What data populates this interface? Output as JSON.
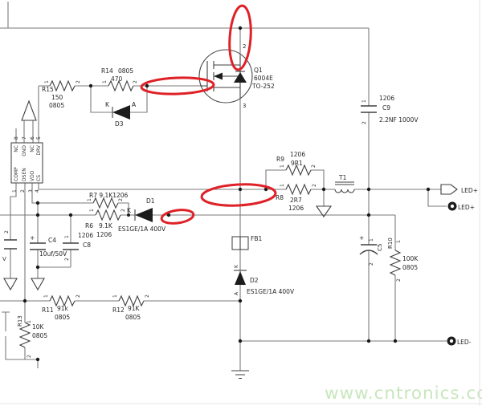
{
  "colors": {
    "annotation_red": "#de2127",
    "watermark_green": "#c8e6bd",
    "wire_gray": "#7a7a7a"
  },
  "pins": {
    "p1": "1",
    "p2": "2",
    "p3": "3",
    "p4": "4",
    "p5": "5",
    "p6": "6",
    "p7": "7",
    "p8": "8"
  },
  "marks": {
    "k": "K",
    "a": "A",
    "plus": "+"
  },
  "controller": {
    "pin_names_top": [
      "NC",
      "GND",
      "NC",
      "DRV"
    ],
    "pin_names_bottom": [
      "COMP",
      "DSEN",
      "VDD",
      "CS"
    ]
  },
  "parts": {
    "q1": {
      "ref": "Q1",
      "value": "6004E",
      "package": "TO-252"
    },
    "r15": {
      "ref": "R15",
      "value": "150",
      "pkg": "0805"
    },
    "r14": {
      "ref": "R14",
      "pkg": "0805",
      "value": "470"
    },
    "d3": {
      "ref": "D3"
    },
    "c9": {
      "ref": "C9",
      "pkg": "1206",
      "value": "2.2NF 1000V"
    },
    "r9": {
      "ref": "R9",
      "pkg": "1206",
      "value": "9R1"
    },
    "r8": {
      "ref": "R8",
      "value": "2R7",
      "pkg": "1206"
    },
    "t1": {
      "ref": "T1"
    },
    "r7": {
      "label": "R7 9.1K1206"
    },
    "r6": {
      "ref": "R6",
      "value": "9.1K",
      "pkg": "1206"
    },
    "d1": {
      "ref": "D1",
      "value": "ES1GE/1A 400V"
    },
    "c4": {
      "ref": "C4",
      "value": "10uf/50V"
    },
    "c8": {
      "ref": "C8",
      "pkg": "1206"
    },
    "c_edge": {
      "mark": "V"
    },
    "fb1": {
      "ref": "FB1"
    },
    "d2": {
      "ref": "D2",
      "value": "ES1GE/1A 400V"
    },
    "c5": {
      "ref": "C5"
    },
    "r10": {
      "ref": "R10",
      "value": "100K",
      "pkg": "0805"
    },
    "r11": {
      "ref": "R11",
      "value": "91k",
      "pkg": "0805"
    },
    "r12": {
      "ref": "R12",
      "value": "91K",
      "pkg": "0805"
    },
    "r13": {
      "ref": "R13",
      "value": "10K",
      "pkg": "0805"
    }
  },
  "nets": {
    "led_plus": "LED+",
    "led_minus": "LED-"
  },
  "watermark": "www.cntronics.com"
}
